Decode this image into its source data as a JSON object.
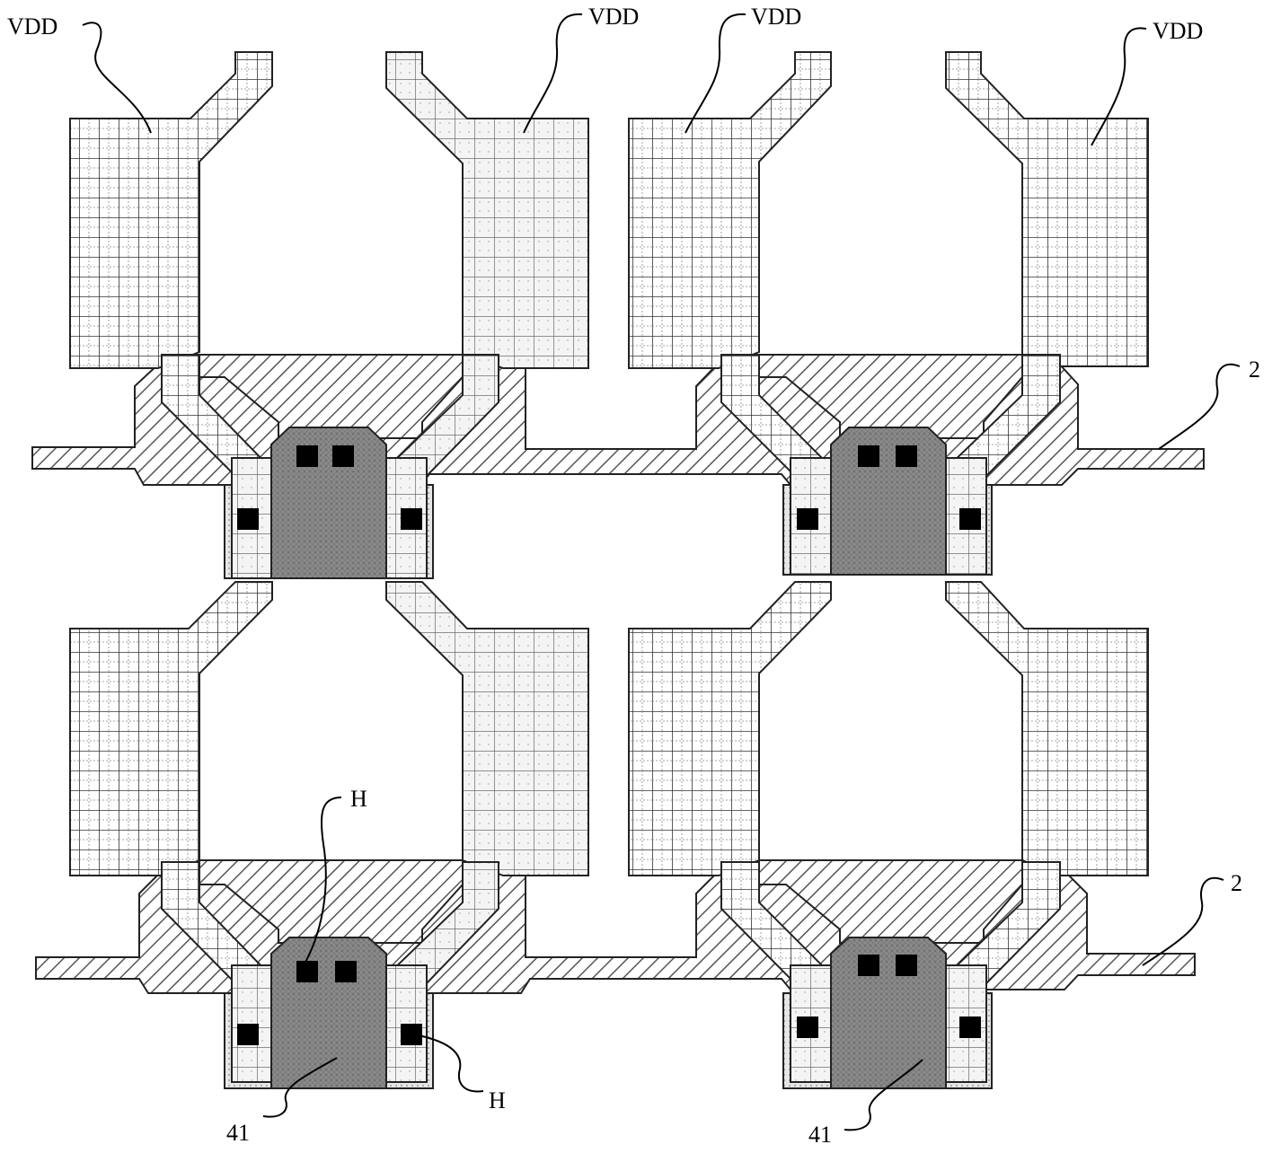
{
  "labels": {
    "vdd_1": "VDD",
    "vdd_2": "VDD",
    "vdd_3": "VDD",
    "vdd_4": "VDD",
    "line_2_top": "2",
    "line_2_bottom": "2",
    "h_top": "H",
    "h_bottom": "H",
    "ref_41_left": "41",
    "ref_41_right": "41"
  }
}
